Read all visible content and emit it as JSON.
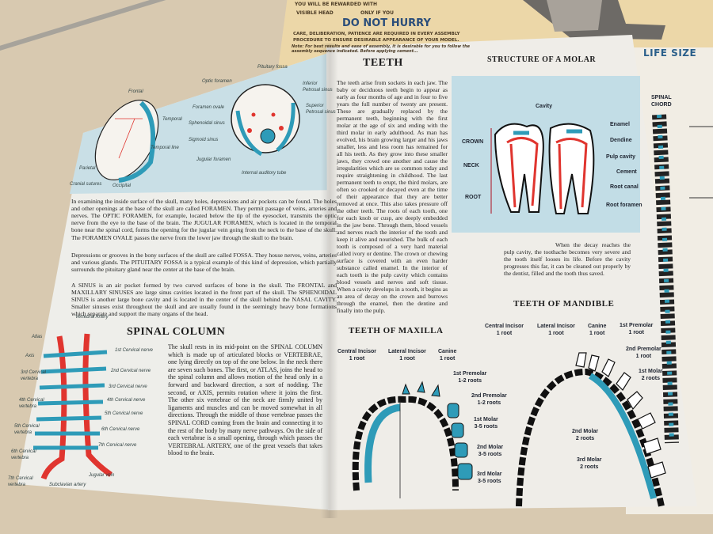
{
  "back_sheet": {
    "line1": "YOU WILL BE REWARDED WITH",
    "line2a": "VISIBLE HEAD",
    "line2b": "ONLY IF YOU",
    "heading": "DO NOT HURRY",
    "line3": "CARE, DELIBERATION, PATIENCE ARE REQUIRED IN EVERY ASSEMBLY",
    "line4": "PROCEDURE TO ENSURE DESIRABLE APPEARANCE OF YOUR MODEL.",
    "note": "Note: For best results and ease of assembly, it is desirable for you to follow the assembly sequence indicated. Before applying cement...",
    "life_size": "LIFE SIZE",
    "spinal_chord": "SPINAL\nCHORD"
  },
  "left_page": {
    "skull_side_labels": [
      "Frontal",
      "Temporal",
      "Temporal line",
      "Parietal",
      "Cranial sutures",
      "Occipital"
    ],
    "skull_base_labels": [
      "Pituitary fossa",
      "Optic foramen",
      "Inferior\nPetrosal sinus",
      "Foramen ovale",
      "Superior\nPetrosal sinus",
      "Sphenoidal sinus",
      "Sigmoid sinus",
      "Jugular foramen",
      "Internal auditory tube"
    ],
    "paragraphs": [
      "In examining the inside surface of the skull, many holes, depressions and air pockets can be found. The holes and other openings at the base of the skull are called FORAMEN. They permit passage of veins, arteries and nerves. The OPTIC FORAMEN, for example, located below the tip of the eyesocket, transmits the optic nerve from the eye to the base of the brain. The JUGULAR FORAMEN, which is located in the temporal bone near the spinal cord, forms the opening for the jugular vein going from the neck to the base of the skull. The FORAMEN OVALE passes the nerve from the lower jaw through the skull to the brain.",
      "Depressions or grooves in the bony surfaces of the skull are called FOSSA. They house nerves, veins, arteries and various glands. The PITUITARY FOSSA is a typical example of this kind of depression, which partially surrounds the pituitary gland near the center at the base of the brain.",
      "A SINUS is an air pocket formed by two curved surfaces of bone in the skull. The FRONTAL and MAXILLARY SINUSES are large sinus cavities located in the front part of the skull. The SPHENOIDAL SINUS is another large bone cavity and is located in the center of the skull behind the NASAL CAVITY. Smaller sinuses exist throughout the skull and are usually found in the seemingly heavy bone formations which separate and support the many organs of the head."
    ],
    "spinal_title": "SPINAL COLUMN",
    "spinal_text": "The skull rests in its mid-point on the SPINAL COLUMN which is made up of articulated blocks or VERTEBRAE, one lying directly on top of the one below. In the neck there are seven such bones. The first, or ATLAS, joins the head to the spinal column and allows motion of the head only in a forward and backward direction, a sort of nodding. The second, or AXIS, permits rotation where it joins the first. The other six vertebrae of the neck are firmly united by ligaments and muscles and can be moved somewhat in all directions. Through the middle of those vertebrae passes the SPINAL CORD coming from the brain and connecting it to the rest of the body by many nerve pathways. On the side of each vertabrae is a small opening, through which passes the VERTEBRAL ARTERY, one of the great vessels that takes blood to the brain.",
    "spine_labels": [
      "Vertebral Artery",
      "Atlas",
      "Axis",
      "1st Cervical nerve",
      "3rd Cervical\nvertebra",
      "2nd Cervical nerve",
      "3rd Cervical nerve",
      "4th Cervical\nvertebra",
      "4th Cervical nerve",
      "5th Cervical\nvertebra",
      "5th Cervical nerve",
      "6th Cervical nerve",
      "6th Cervical\nvertebra",
      "7th Cervical nerve",
      "7th Cervical\nvertebra",
      "Subclavian artery",
      "Jugular vein"
    ]
  },
  "right_page": {
    "teeth_title": "TEETH",
    "teeth_text": "The teeth arise from sockets in each jaw. The baby or deciduous teeth begin to appear as early as four months of age and in four to five years the full number of twenty are present. These are gradually replaced by the permanent teeth, beginning with the first molar at the age of six and ending with the third molar in early adulthood. As man has evolved, his brain growing larger and his jaws smaller, less and less room has remained for all his teeth. As they grow into these smaller jaws, they crowd one another and cause the irregularities which are so common today and require straightening in childhood. The last permanent teeth to erupt, the third molars, are often so crooked or decayed even at the time of their appearance that they are better removed at once. This also takes pressure off the other teeth. The roots of each tooth, one for each knob or cusp, are deeply embedded in the jaw bone. Through them, blood vessels and nerves reach the interior of the tooth and keep it alive and nourished. The bulk of each tooth is composed of a very hard material called ivory or dentine. The crown or chewing surface is covered with an even harder substance called enamel. In the interior of each tooth is the pulp cavity which contains blood vessels and nerves and soft tissue. When a cavity develops in a tooth, it begins as an area of decay on the crown and burrows through the enamel, then the dentine and finally into the pulp.",
    "molar_title": "STRUCTURE OF A MOLAR",
    "molar_labels": [
      "Cavity",
      "Enamel",
      "Dendine",
      "Pulp cavity",
      "Cement",
      "Root canal",
      "Root foramen",
      "CROWN",
      "NECK",
      "ROOT"
    ],
    "molar_caption": "When the decay reaches the pulp cavity, the toothache becomes very severe and the tooth itself looses its life. Before the cavity progresses this far, it can be cleaned out properly by the dentist, filled and the tooth thus saved.",
    "maxilla_title": "TEETH OF MAXILLA",
    "maxilla_labels": [
      "Central Incisor\n1 root",
      "Lateral Incisor\n1 root",
      "Canine\n1 root",
      "1st Premolar\n1-2 roots",
      "2nd Premolar\n1-2 roots",
      "1st Molar\n3-5 roots",
      "2nd Molar\n3-5 roots",
      "3rd Molar\n3-5 roots"
    ],
    "mandible_title": "TEETH OF MANDIBLE",
    "mandible_labels": [
      "Central Incisor\n1 root",
      "Lateral Incisor\n1 root",
      "Canine\n1 root",
      "1st Premolar\n1 root",
      "2nd Premolar\n1 root",
      "1st Molar\n2 roots",
      "2nd Molar\n2 roots",
      "3rd Molar\n2 roots"
    ]
  },
  "colors": {
    "illustration_blue": "#2e9bb8",
    "illustration_red": "#e0352f",
    "page_blue": "#c9dfe6",
    "back_sheet": "#ecd7a8"
  }
}
